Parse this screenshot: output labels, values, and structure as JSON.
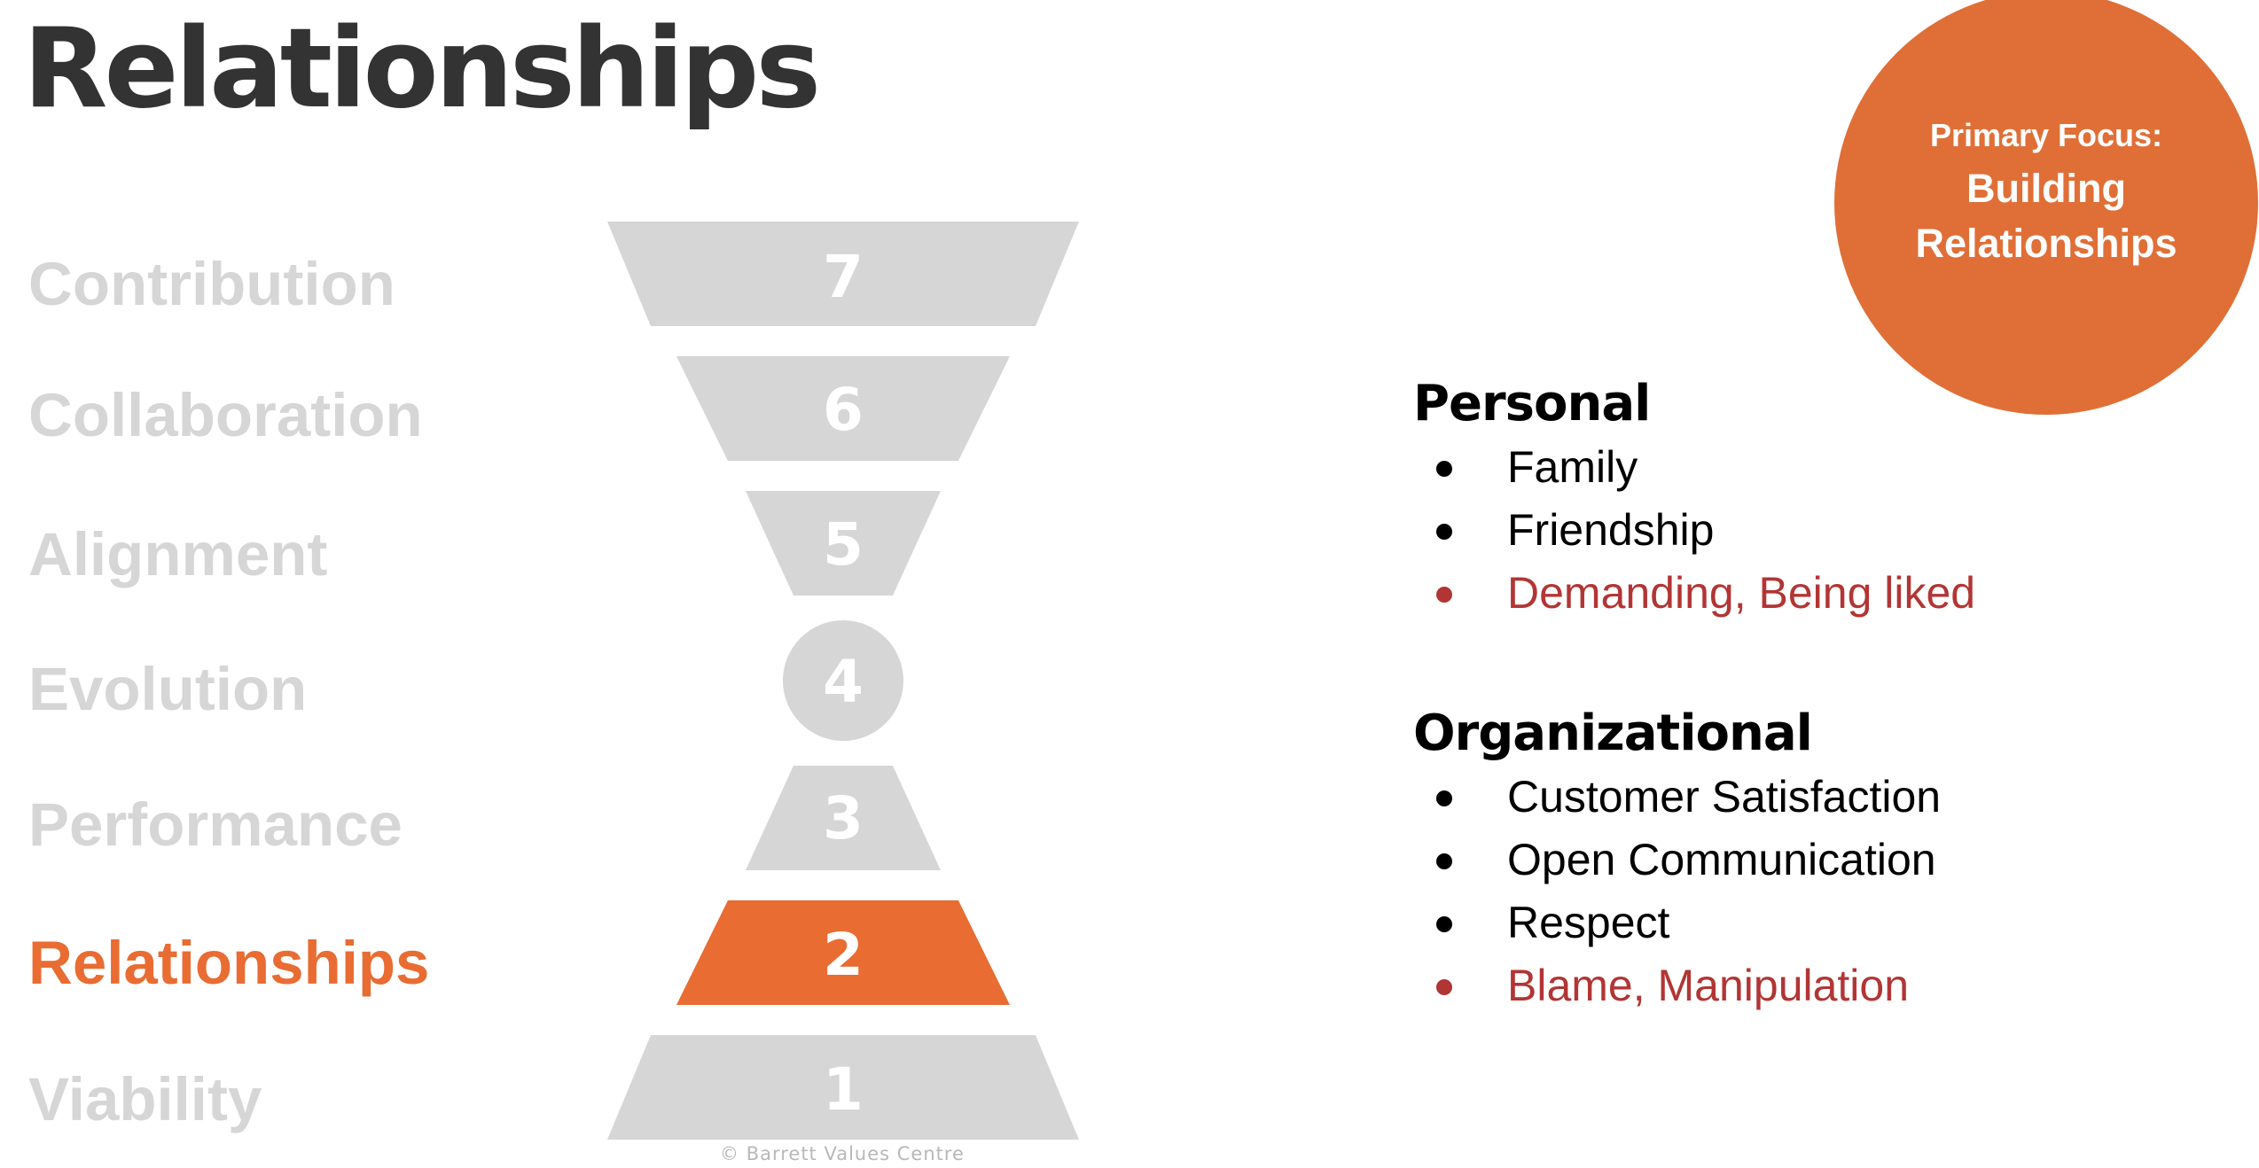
{
  "title": "Relationships",
  "levels": [
    {
      "number": "7",
      "name": "Contribution",
      "shape": "trapezoid-inverted"
    },
    {
      "number": "6",
      "name": "Collaboration",
      "shape": "trapezoid-inverted"
    },
    {
      "number": "5",
      "name": "Alignment",
      "shape": "trapezoid-inverted"
    },
    {
      "number": "4",
      "name": "Evolution",
      "shape": "circle"
    },
    {
      "number": "3",
      "name": "Performance",
      "shape": "trapezoid"
    },
    {
      "number": "2",
      "name": "Relationships",
      "shape": "trapezoid",
      "active": true
    },
    {
      "number": "1",
      "name": "Viability",
      "shape": "trapezoid"
    }
  ],
  "colors": {
    "inactive": "#d6d6d6",
    "active": "#e96c33",
    "focus_circle": "#e06f37",
    "negative": "#b23535"
  },
  "focus": {
    "label": "Primary Focus:",
    "value": "Building Relationships"
  },
  "personal": {
    "heading": "Personal",
    "items": [
      {
        "text": "Family",
        "negative": false
      },
      {
        "text": "Friendship",
        "negative": false
      },
      {
        "text": "Demanding, Being liked",
        "negative": true
      }
    ]
  },
  "organizational": {
    "heading": "Organizational",
    "items": [
      {
        "text": "Customer Satisfaction",
        "negative": false
      },
      {
        "text": "Open Communication",
        "negative": false
      },
      {
        "text": "Respect",
        "negative": false
      },
      {
        "text": "Blame, Manipulation",
        "negative": true
      }
    ]
  },
  "copyright": "© Barrett Values Centre"
}
